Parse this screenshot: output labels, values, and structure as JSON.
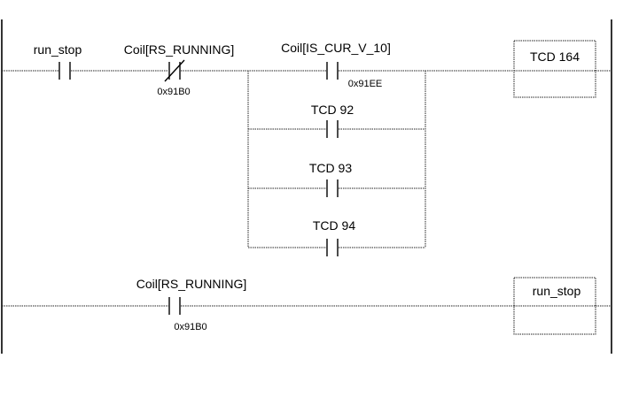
{
  "rung1": {
    "contact_run_stop": {
      "label": "run_stop"
    },
    "contact_rs_running_nc": {
      "label": "Coil[RS_RUNNING]",
      "address": "0x91B0"
    },
    "contact_is_cur_v_10": {
      "label": "Coil[IS_CUR_V_10]",
      "address": "0x91EE"
    },
    "contact_tcd92": {
      "label": "TCD 92"
    },
    "contact_tcd93": {
      "label": "TCD 93"
    },
    "contact_tcd94": {
      "label": "TCD 94"
    },
    "coil": {
      "label": "TCD 164"
    }
  },
  "rung2": {
    "contact_rs_running": {
      "label": "Coil[RS_RUNNING]",
      "address": "0x91B0"
    },
    "coil": {
      "label": "run_stop"
    }
  }
}
